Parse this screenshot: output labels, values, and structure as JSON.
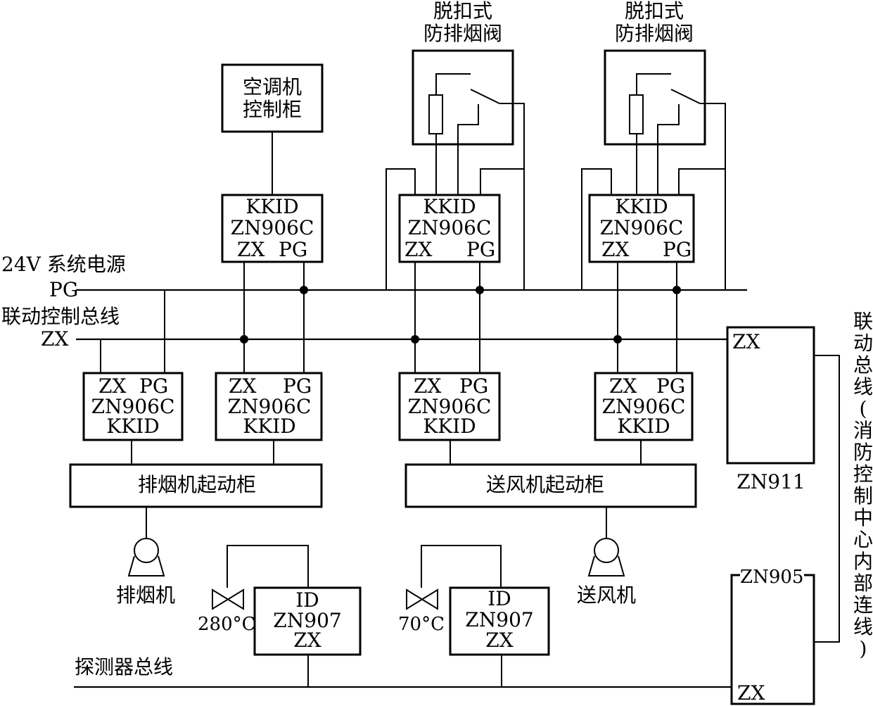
{
  "power": {
    "title": "24V 系统电源",
    "pg": "PG"
  },
  "linkage_bus": {
    "title": "联动控制总线",
    "zx": "ZX"
  },
  "detector_bus": {
    "title": "探测器总线"
  },
  "ac_cabinet": {
    "line1": "空调机",
    "line2": "控制柜"
  },
  "dampers": [
    {
      "line1": "脱扣式",
      "line2": "防排烟阀"
    },
    {
      "line1": "脱扣式",
      "line2": "防排烟阀"
    }
  ],
  "upper_modules": [
    {
      "line1": "KKID",
      "line2": "ZN906C",
      "zx": "ZX",
      "pg": "PG"
    },
    {
      "line1": "KKID",
      "line2": "ZN906C",
      "zx": "ZX",
      "pg": "PG"
    },
    {
      "line1": "KKID",
      "line2": "ZN906C",
      "zx": "ZX",
      "pg": "PG"
    }
  ],
  "lower_modules": [
    {
      "zx": "ZX",
      "pg": "PG",
      "line2": "ZN906C",
      "line3": "KKID"
    },
    {
      "zx": "ZX",
      "pg": "PG",
      "line2": "ZN906C",
      "line3": "KKID"
    },
    {
      "zx": "ZX",
      "pg": "PG",
      "line2": "ZN906C",
      "line3": "KKID"
    },
    {
      "zx": "ZX",
      "pg": "PG",
      "line2": "ZN906C",
      "line3": "KKID"
    }
  ],
  "exhaust_cabinet": "排烟机起动柜",
  "supply_cabinet": "送风机起动柜",
  "exhaust_fan": "排烟机",
  "supply_fan": "送风机",
  "valves": [
    "280°C",
    "70°C"
  ],
  "id_modules": [
    {
      "line1": "ID",
      "line2": "ZN907",
      "line3": "ZX"
    },
    {
      "line1": "ID",
      "line2": "ZN907",
      "line3": "ZX"
    }
  ],
  "zn911": {
    "port": "ZX",
    "label": "ZN911"
  },
  "zn905": {
    "label": "ZN905",
    "port": "ZX"
  },
  "internal_bus_label": "联动总线(消防控制中心内部连线)"
}
